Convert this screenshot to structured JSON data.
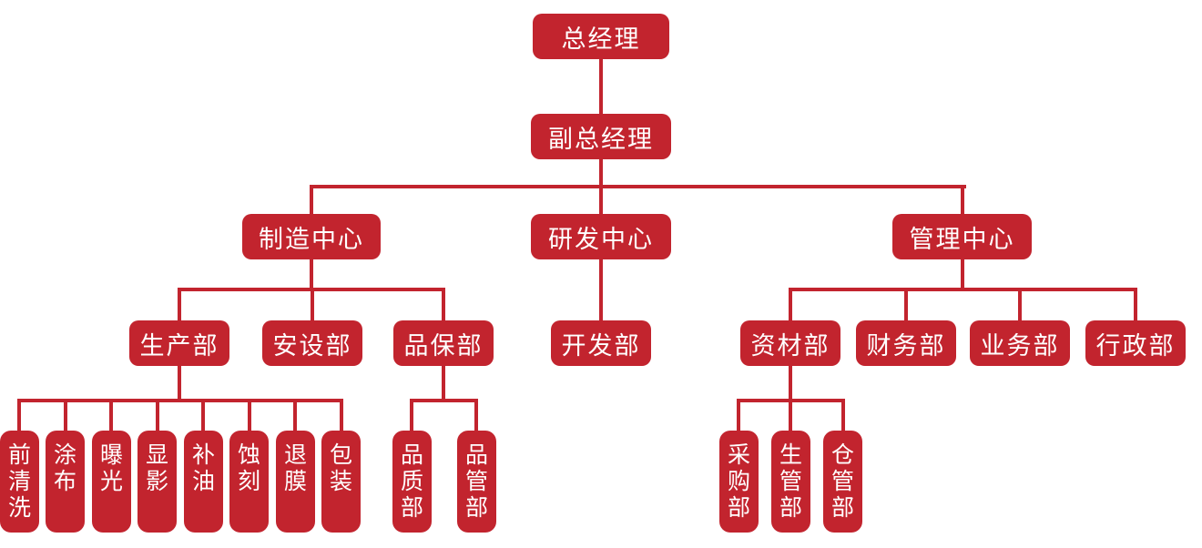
{
  "colors": {
    "node_fill": "#C2242E",
    "node_text": "#FFFFFF",
    "connector": "#C2242E",
    "background": "#FFFFFF"
  },
  "org": {
    "general_manager": "总经理",
    "deputy_general_manager": "副总经理",
    "centers": {
      "manufacturing": "制造中心",
      "research": "研发中心",
      "management": "管理中心"
    },
    "manufacturing_departments": {
      "production": "生产部",
      "installation": "安设部",
      "quality_assurance": "品保部"
    },
    "research_departments": {
      "development": "开发部"
    },
    "management_departments": {
      "materials": "资材部",
      "finance": "财务部",
      "business": "业务部",
      "administration": "行政部"
    },
    "production_processes": [
      "前清洗",
      "涂布",
      "曝光",
      "显影",
      "补油",
      "蚀刻",
      "退膜",
      "包装"
    ],
    "quality_assurance_sections": [
      "品质部",
      "品管部"
    ],
    "materials_sections": [
      "采购部",
      "生管部",
      "仓管部"
    ]
  }
}
